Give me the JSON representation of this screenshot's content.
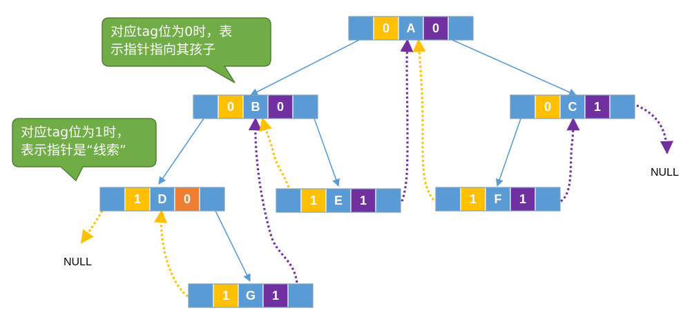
{
  "colors": {
    "ptr_blue": "#5b9bd5",
    "tag_yellow": "#ffc000",
    "tag_purple": "#7030a0",
    "tag_orange": "#ed7d31",
    "data_blue": "#5b9bd5",
    "edge_blue": "#5b9bd5",
    "thread_yellow": "#ffc000",
    "thread_purple": "#7030a0",
    "callout_green": "#70ad47",
    "callout_border": "#507e32"
  },
  "nodes": [
    {
      "id": "A",
      "ltag": "0",
      "data": "A",
      "rtag": "0",
      "rtag_color": "purple"
    },
    {
      "id": "B",
      "ltag": "0",
      "data": "B",
      "rtag": "0",
      "rtag_color": "purple"
    },
    {
      "id": "C",
      "ltag": "0",
      "data": "C",
      "rtag": "1",
      "rtag_color": "purple"
    },
    {
      "id": "D",
      "ltag": "1",
      "data": "D",
      "rtag": "0",
      "rtag_color": "orange"
    },
    {
      "id": "E",
      "ltag": "1",
      "data": "E",
      "rtag": "1",
      "rtag_color": "purple"
    },
    {
      "id": "F",
      "ltag": "1",
      "data": "F",
      "rtag": "1",
      "rtag_color": "purple"
    },
    {
      "id": "G",
      "ltag": "1",
      "data": "G",
      "rtag": "1",
      "rtag_color": "purple"
    }
  ],
  "callouts": {
    "child": {
      "line1": "对应tag位为0时，表",
      "line2": "示指针指向其孩子"
    },
    "thread": {
      "line1": "对应tag位为1时，",
      "line2": "表示指针是“线索”"
    }
  },
  "null_labels": {
    "left": "NULL",
    "right": "NULL"
  }
}
